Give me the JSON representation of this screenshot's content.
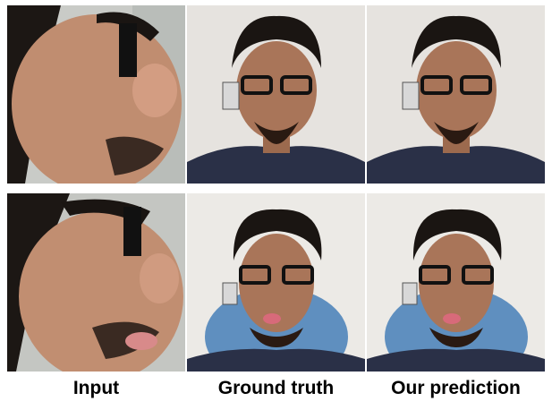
{
  "captions": {
    "input": "Input",
    "ground_truth": "Ground truth",
    "prediction": "Our prediction"
  },
  "panels": [
    {
      "row": 1,
      "column": "input",
      "content": "fisheye close-up of face from side-mounted camera"
    },
    {
      "row": 1,
      "column": "ground_truth",
      "content": "frontal face wearing glasses with headset camera"
    },
    {
      "row": 1,
      "column": "prediction",
      "content": "frontal face wearing glasses with headset camera"
    },
    {
      "row": 2,
      "column": "input",
      "content": "fisheye close-up of face from side-mounted camera"
    },
    {
      "row": 2,
      "column": "ground_truth",
      "content": "frontal face with tongue out, blue chair behind"
    },
    {
      "row": 2,
      "column": "prediction",
      "content": "frontal face with tongue out, blue chair behind"
    }
  ],
  "colors": {
    "skin": "#b07a5c",
    "hair": "#1a1512",
    "wall": "#e6e3df",
    "chair": "#5f8fbf",
    "shirt": "#2a3047"
  }
}
